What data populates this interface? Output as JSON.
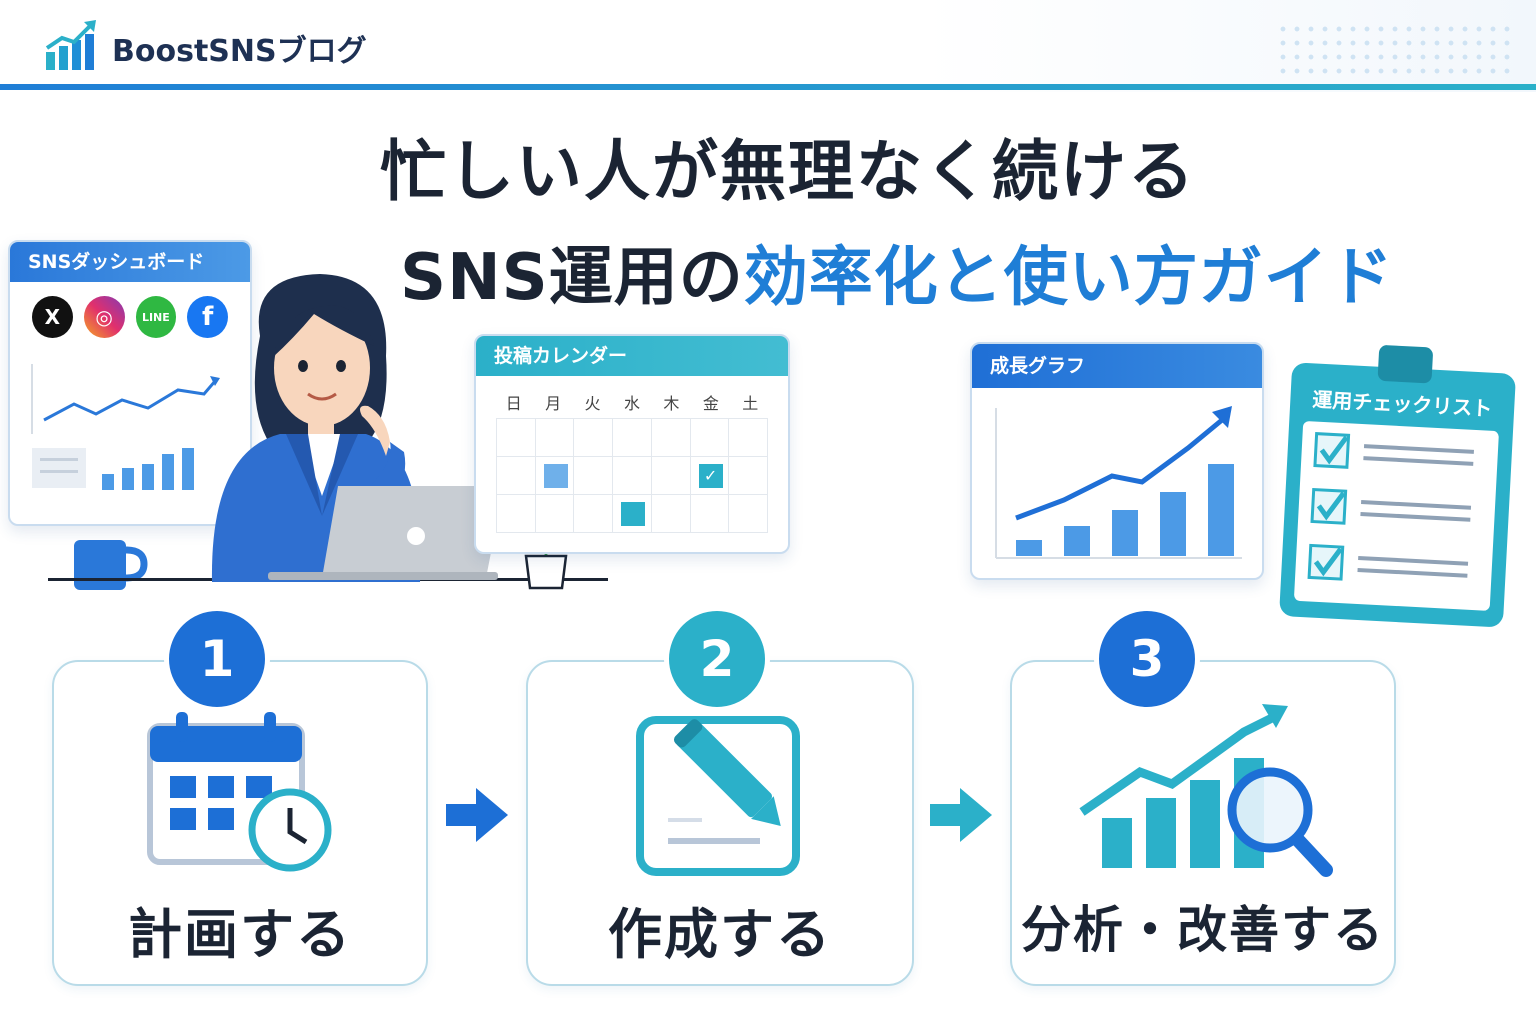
{
  "header": {
    "brand": "BoostSNSブログ"
  },
  "title": {
    "line1": "忙しい人が無理なく続ける",
    "line2_plain": "SNS運用の",
    "line2_accent": "効率化と使い方ガイド"
  },
  "dashboard": {
    "title": "SNSダッシュボード",
    "icons": [
      "x-icon",
      "instagram-icon",
      "line-icon",
      "facebook-icon"
    ],
    "icon_labels": [
      "X",
      "◎",
      "LINE",
      "f"
    ]
  },
  "calendar": {
    "title": "投稿カレンダー",
    "days": [
      "日",
      "月",
      "火",
      "水",
      "木",
      "金",
      "土"
    ]
  },
  "growth": {
    "title": "成長グラフ"
  },
  "checklist": {
    "title": "運用チェックリスト",
    "items_checked": 3
  },
  "steps": [
    {
      "number": "1",
      "label": "計画する",
      "icon": "calendar-clock-icon"
    },
    {
      "number": "2",
      "label": "作成する",
      "icon": "pencil-edit-icon"
    },
    {
      "number": "3",
      "label": "分析・改善する",
      "icon": "chart-search-icon"
    }
  ],
  "colors": {
    "primary": "#1f7ed6",
    "teal": "#2bb0c9",
    "dark": "#1b2433",
    "blue_step": "#1d6fd6"
  }
}
